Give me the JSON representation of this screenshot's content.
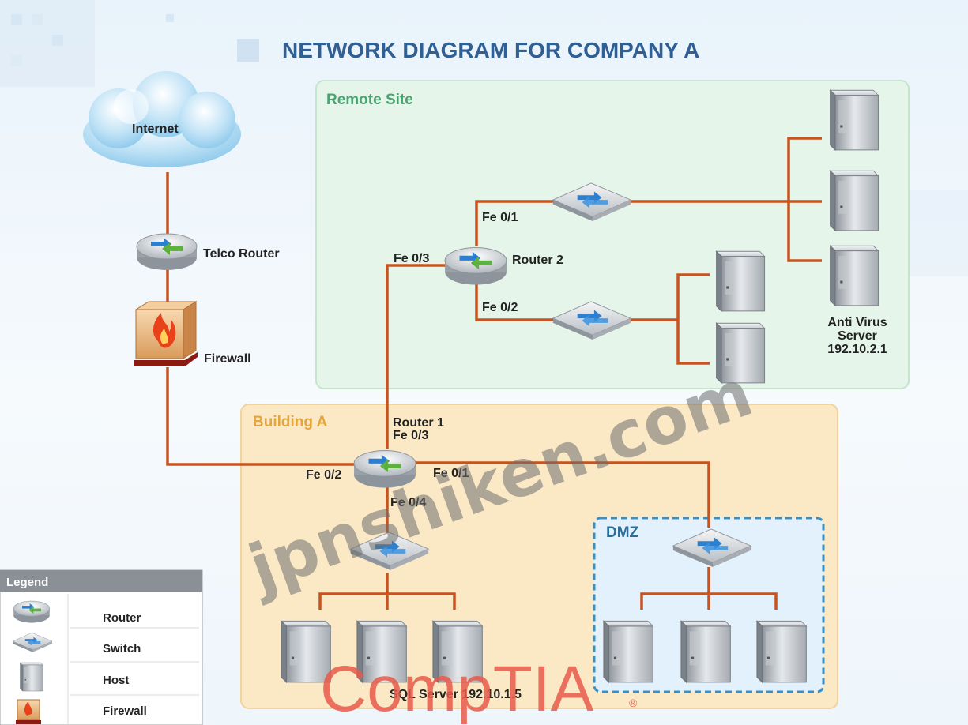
{
  "title": "NETWORK DIAGRAM FOR COMPANY A",
  "zones": {
    "remote_site": "Remote Site",
    "building_a": "Building A",
    "dmz": "DMZ"
  },
  "labels": {
    "internet": "Internet",
    "telco_router": "Telco Router",
    "firewall": "Firewall",
    "router2": "Router 2",
    "router1": "Router 1",
    "fe01_r2": "Fe 0/1",
    "fe02_r2": "Fe 0/2",
    "fe03_r2": "Fe 0/3",
    "fe03_r1": "Fe 0/3",
    "fe02_r1": "Fe 0/2",
    "fe01_r1": "Fe 0/1",
    "fe04_r1": "Fe 0/4",
    "av_line1": "Anti Virus",
    "av_line2": "Server",
    "av_line3": "192.10.2.1",
    "sql_server": "SQL Server 192.10.1.5"
  },
  "legend": {
    "title": "Legend",
    "items": [
      "Router",
      "Switch",
      "Host",
      "Firewall"
    ]
  },
  "watermarks": {
    "site": "jpnshiken.com",
    "brand": "CompTIA",
    "brand_mark": "®"
  },
  "colors": {
    "link": "#c8531e",
    "title": "#2f5f93",
    "remote_title": "#4aa371",
    "building_title": "#e5a53b",
    "dmz_title": "#2a6f9a"
  }
}
